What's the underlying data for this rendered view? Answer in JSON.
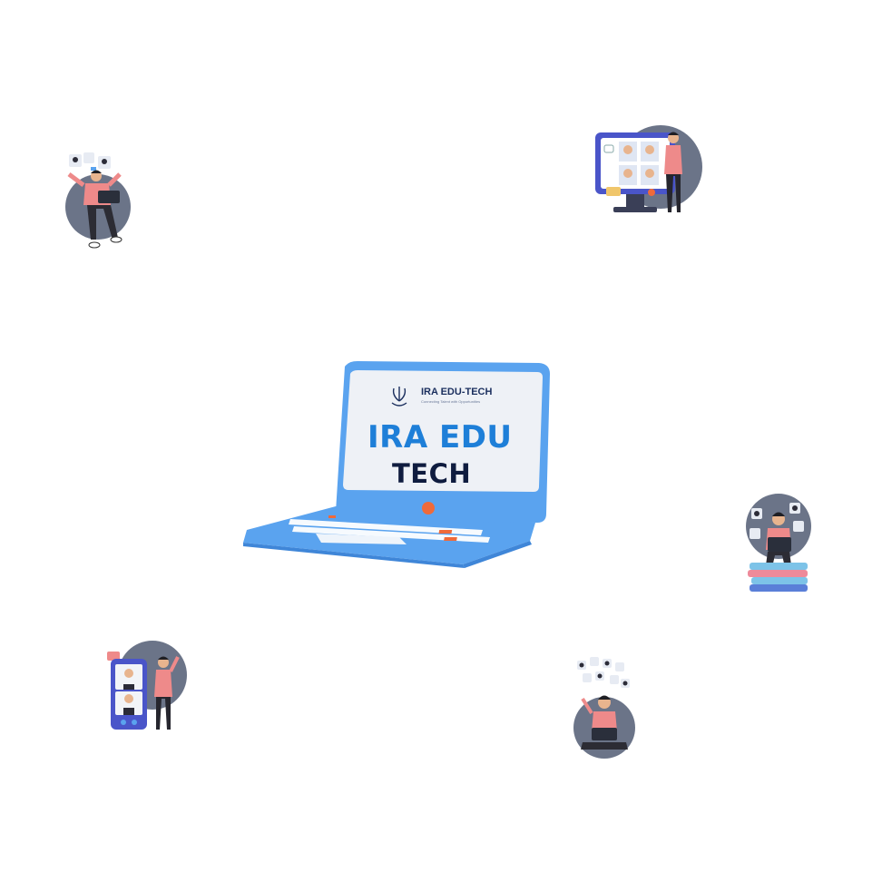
{
  "brand": {
    "logo_text": "IRA EDU-TECH",
    "tagline": "Connecting Talent with Opportunities",
    "title_line1": "IRA EDU",
    "title_line2": "TECH"
  },
  "illustrations": [
    {
      "name": "person-with-laptop-video-call-illustration",
      "icon": "video-call-laptop"
    },
    {
      "name": "person-presenting-monitor-video-call-illustration",
      "icon": "video-conference-monitor"
    },
    {
      "name": "person-on-books-video-call-illustration",
      "icon": "study-video-call"
    },
    {
      "name": "person-with-phone-video-call-illustration",
      "icon": "mobile-video-call"
    },
    {
      "name": "person-waving-laptop-video-call-illustration",
      "icon": "online-class-laptop"
    }
  ],
  "colors": {
    "laptop_blue": "#5aa3ef",
    "laptop_dark_blue": "#3f86d8",
    "screen": "#eef1f6",
    "accent_orange": "#ef6a3a",
    "title_blue": "#1e7fd8",
    "title_navy": "#0f1c3f",
    "circle_gray": "#6b7488",
    "shirt_pink": "#ee8a8a"
  }
}
